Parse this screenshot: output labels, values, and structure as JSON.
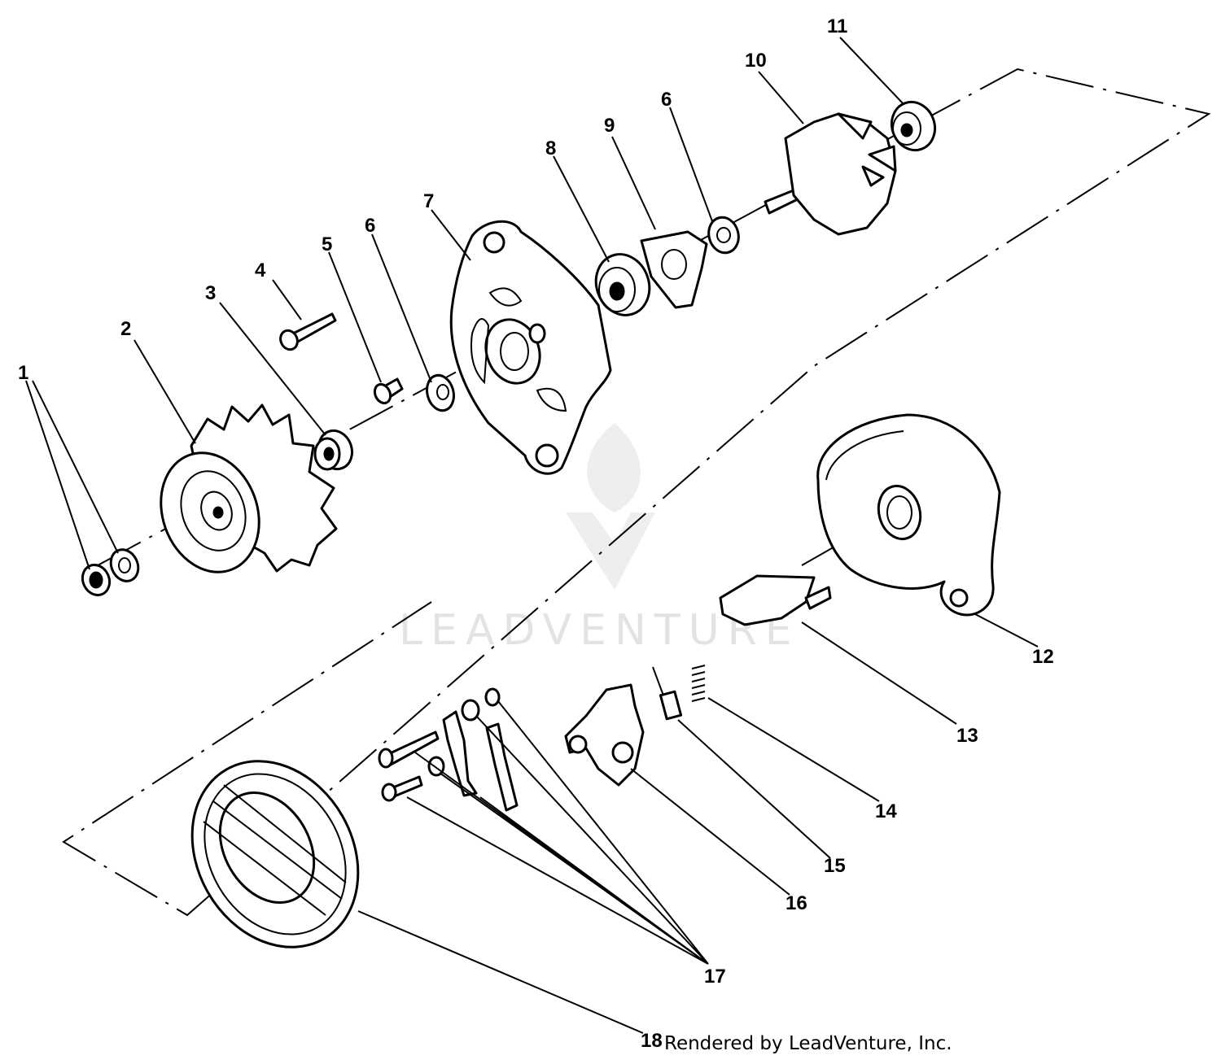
{
  "callouts": {
    "c1": "1",
    "c2": "2",
    "c3": "3",
    "c4": "4",
    "c5": "5",
    "c6a": "6",
    "c6b": "6",
    "c7": "7",
    "c8": "8",
    "c9": "9",
    "c10": "10",
    "c11": "11",
    "c12": "12",
    "c13": "13",
    "c14": "14",
    "c15": "15",
    "c16": "16",
    "c17": "17",
    "c18": "18"
  },
  "watermark": {
    "text": "LEADVENTURE"
  },
  "credit": "Rendered by LeadVenture, Inc."
}
